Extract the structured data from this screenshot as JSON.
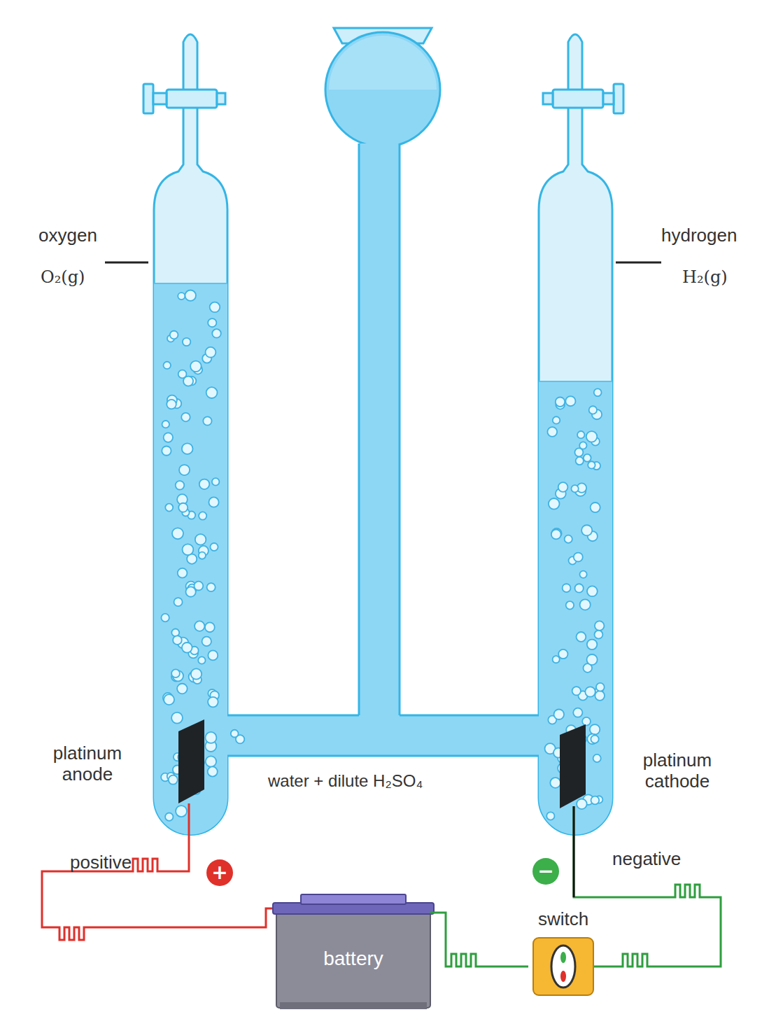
{
  "diagram": {
    "nodes": [
      {
        "text": [
          "battery"
        ]
      },
      {
        "text": [
          "switch"
        ]
      }
    ],
    "edges": [
      {
        "from": 0,
        "to": 1,
        "arrow": "none"
      }
    ],
    "labels": [
      "oxygen",
      "O₂(g)",
      "hydrogen",
      "H₂(g)",
      "platinum anode",
      "water + dilute H₂SO₄",
      "platinum cathode",
      "positive",
      "+",
      "negative",
      "−"
    ]
  }
}
